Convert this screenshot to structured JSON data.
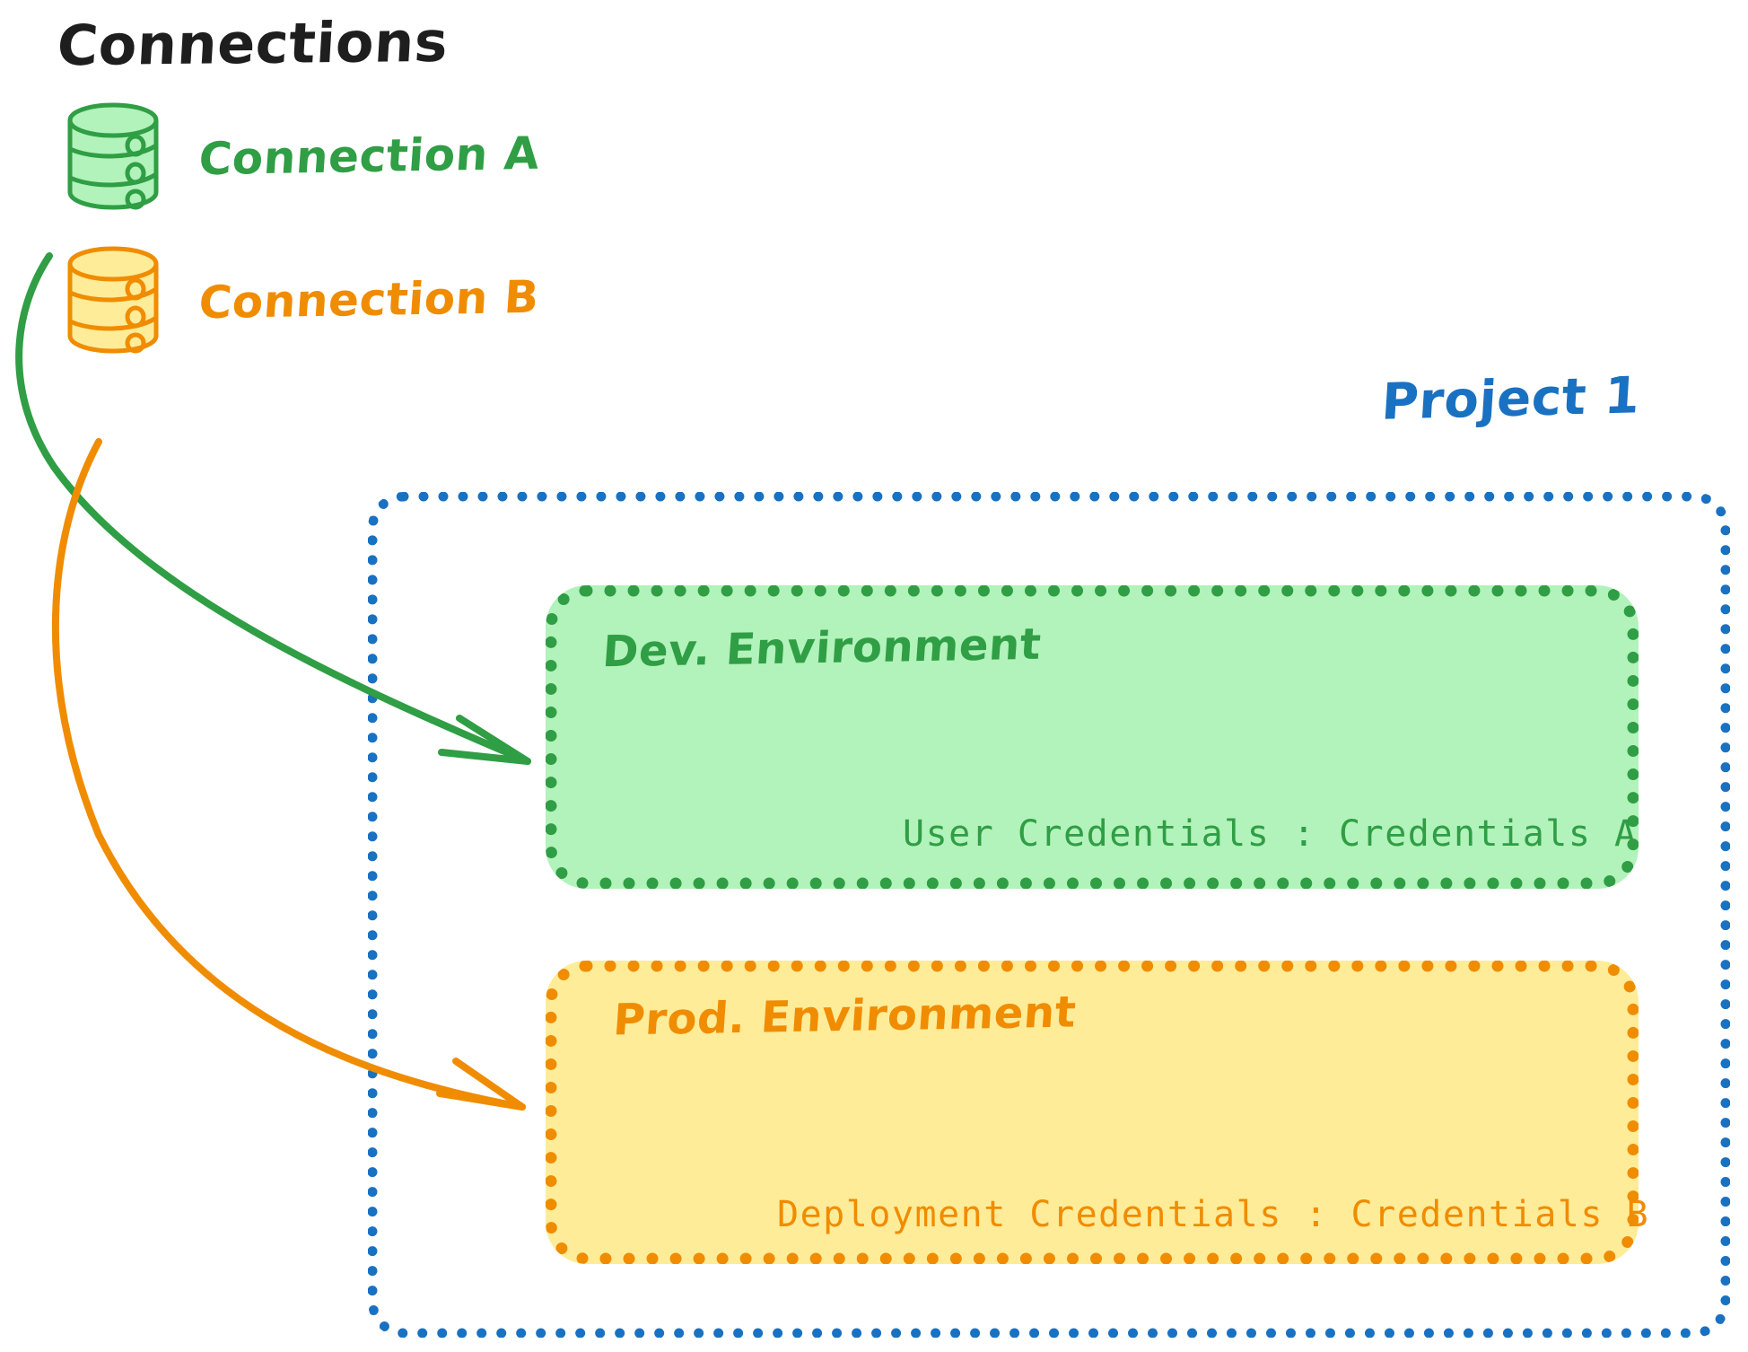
{
  "diagram": {
    "title": "Connections",
    "connections": [
      {
        "id": "a",
        "label": "Connection A",
        "color": "#2f9e44",
        "fill": "#b2f2bb",
        "icon": "database-cylinder-icon"
      },
      {
        "id": "b",
        "label": "Connection B",
        "color": "#f08c00",
        "fill": "#ffec99",
        "icon": "database-cylinder-icon"
      }
    ],
    "project": {
      "label": "Project 1",
      "color": "#1971c2",
      "environments": [
        {
          "id": "dev",
          "title": "Dev. Environment",
          "credentials": "User Credentials : Credentials A",
          "color": "#2f9e44",
          "fill": "#b2f2bb"
        },
        {
          "id": "prod",
          "title": "Prod. Environment",
          "credentials": "Deployment Credentials : Credentials B",
          "color": "#f08c00",
          "fill": "#ffec99"
        }
      ]
    },
    "arrows": [
      {
        "id": "a-to-dev",
        "from": "Connection A",
        "to": "Dev. Environment",
        "color": "#2f9e44"
      },
      {
        "id": "b-to-prod",
        "from": "Connection B",
        "to": "Prod. Environment",
        "color": "#f08c00"
      }
    ]
  },
  "colors": {
    "green_stroke": "#2f9e44",
    "green_fill": "#b2f2bb",
    "orange_stroke": "#f08c00",
    "orange_fill": "#ffec99",
    "blue_stroke": "#1971c2",
    "text_black": "#1e1e1e",
    "background": "#ffffff"
  }
}
